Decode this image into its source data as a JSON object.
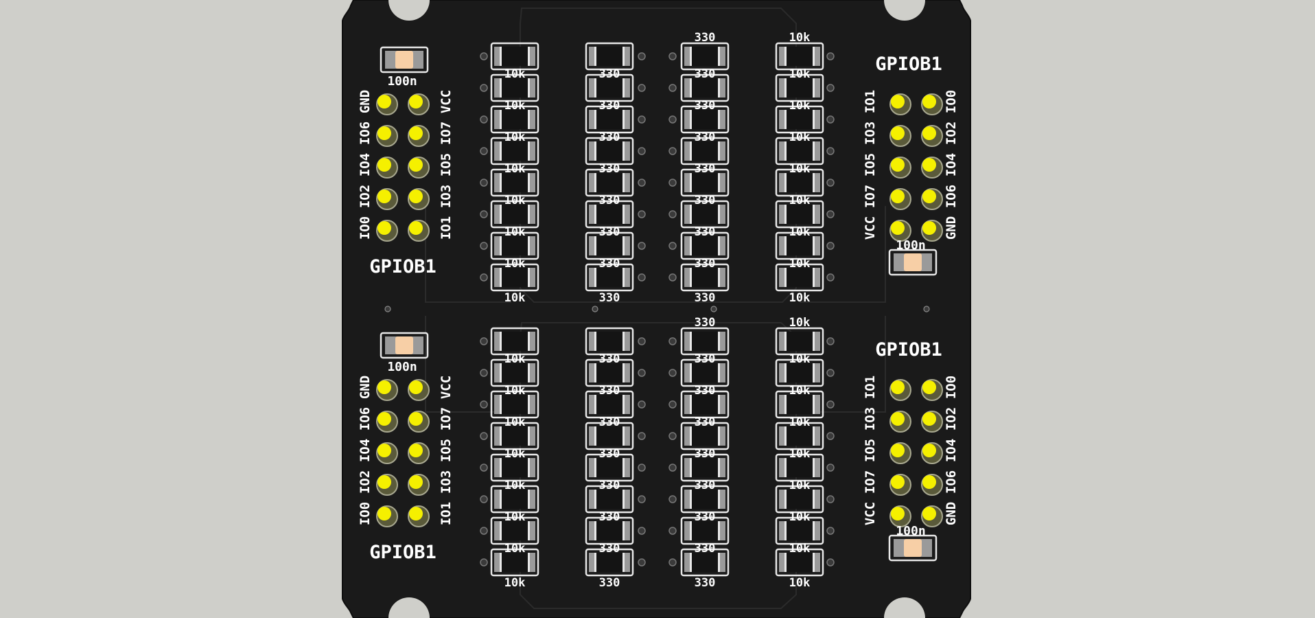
{
  "viewer": {
    "background": "#cfcfca",
    "board_color": "#1a1a1a",
    "silkscreen_color": "#ffffff",
    "pin_color": "#f5f000",
    "capacitor_color": "#f7cfa6"
  },
  "board": {
    "header_title": "GPIOB1",
    "capacitor_value": "100n",
    "left_header_labels": {
      "outer": [
        "GND",
        "IO6",
        "IO4",
        "IO2",
        "IO0"
      ],
      "inner": [
        "VCC",
        "IO7",
        "IO5",
        "IO3",
        "IO1"
      ]
    },
    "right_header_labels": {
      "inner": [
        "IO1",
        "IO3",
        "IO5",
        "IO7",
        "VCC"
      ],
      "outer": [
        "IO0",
        "IO2",
        "IO4",
        "IO6",
        "GND"
      ]
    },
    "resistor_columns": [
      {
        "value": "10k",
        "count": 8
      },
      {
        "value": "330",
        "count": 8
      },
      {
        "value": "330",
        "count": 8
      },
      {
        "value": "10k",
        "count": 8
      }
    ]
  }
}
